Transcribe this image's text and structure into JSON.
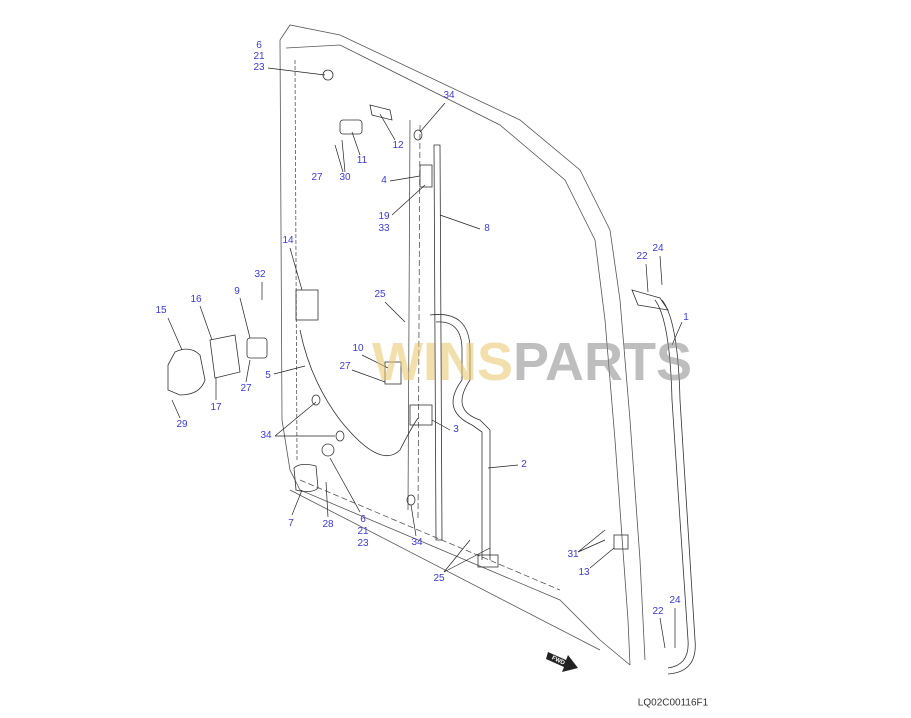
{
  "diagram": {
    "drawing_code": "LQ02C00116F1",
    "watermark": {
      "part1": "WINS",
      "part2": "PARTS"
    },
    "direction_marker": "FWD",
    "colors": {
      "callout": "#3a3ae0",
      "line": "#222222",
      "watermark_gold": "#e8c56a",
      "watermark_gray": "#8a8a8a"
    },
    "callouts": {
      "a": "6",
      "b": "21",
      "c": "23",
      "d": "34",
      "e": "12",
      "f": "11",
      "g": "27",
      "h": "30",
      "i": "4",
      "j": "19",
      "k": "33",
      "l": "8",
      "m": "22",
      "n": "24",
      "o": "1",
      "p": "14",
      "q": "32",
      "r": "25",
      "s": "15",
      "t": "16",
      "u": "9",
      "v": "10",
      "w": "27",
      "x": "5",
      "y": "27",
      "z": "17",
      "aa": "29",
      "ab": "3",
      "ac": "34",
      "ad": "2",
      "ae": "7",
      "af": "28",
      "ag": "6",
      "ah": "21",
      "ai": "23",
      "aj": "34",
      "ak": "31",
      "al": "13",
      "am": "25",
      "an": "22",
      "ao": "24"
    }
  }
}
